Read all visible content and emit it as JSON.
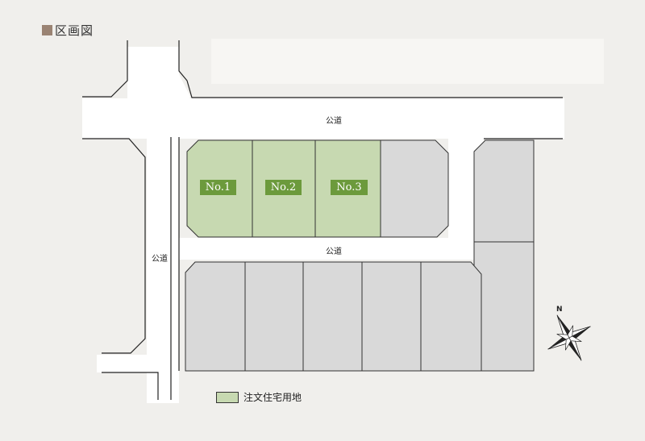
{
  "title": "区画図",
  "roads": {
    "top_label": "公道",
    "middle_label": "公道",
    "left_label": "公道"
  },
  "lots": [
    {
      "label": "No.1"
    },
    {
      "label": "No.2"
    },
    {
      "label": "No.3"
    }
  ],
  "legend": {
    "label": "注文住宅用地",
    "color": "#c7d9b1"
  },
  "compass": {
    "label": "N"
  },
  "colors": {
    "featured_lot": "#c7d9b1",
    "other_lot": "#d9d9d9",
    "road": "#ffffff",
    "badge": "#6c9a3c",
    "background": "#f0efec"
  }
}
